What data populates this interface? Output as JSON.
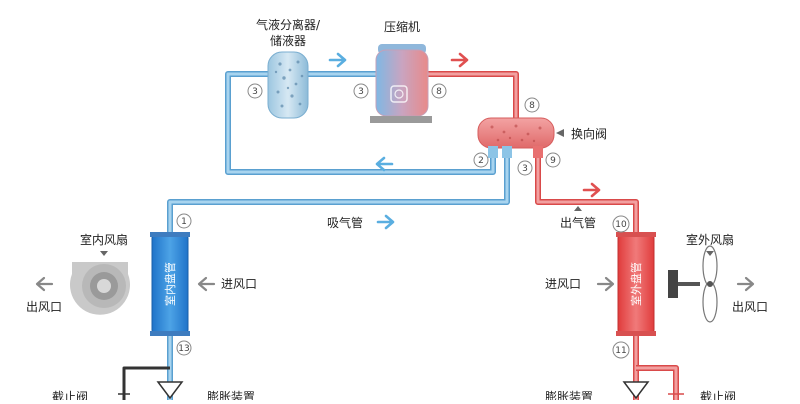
{
  "labels": {
    "separator_line1": "气液分离器/",
    "separator_line2": "储液器",
    "compressor": "压缩机",
    "reversing_valve": "换向阀",
    "suction_pipe": "吸气管",
    "discharge_pipe": "出气管",
    "indoor_fan": "室内风扇",
    "outdoor_fan": "室外风扇",
    "indoor_coil": "室内盘管",
    "outdoor_coil": "室外盘管",
    "air_in_left": "进风口",
    "air_in_right": "进风口",
    "air_out_left": "出风口",
    "air_out_right": "出风口",
    "shutoff_left": "截止阀",
    "shutoff_right": "截止阀",
    "expansion_left": "膨胀装置",
    "expansion_right": "膨胀装置"
  },
  "points": {
    "sep_in": "3",
    "comp_in": "3",
    "comp_out": "8",
    "valve_top": "8",
    "valve_left": "2",
    "valve_mid": "3",
    "valve_right": "9",
    "indoor_top": "1",
    "indoor_bottom": "13",
    "outdoor_top": "10",
    "outdoor_bottom": "11"
  },
  "colors": {
    "cold": "#8cc4e6",
    "cold_stroke": "#5aa0d0",
    "hot": "#e87070",
    "hot_stroke": "#d94a4a",
    "arrow_blue": "#5aaee0",
    "arrow_red": "#e05050",
    "arrow_gray": "#888888"
  }
}
